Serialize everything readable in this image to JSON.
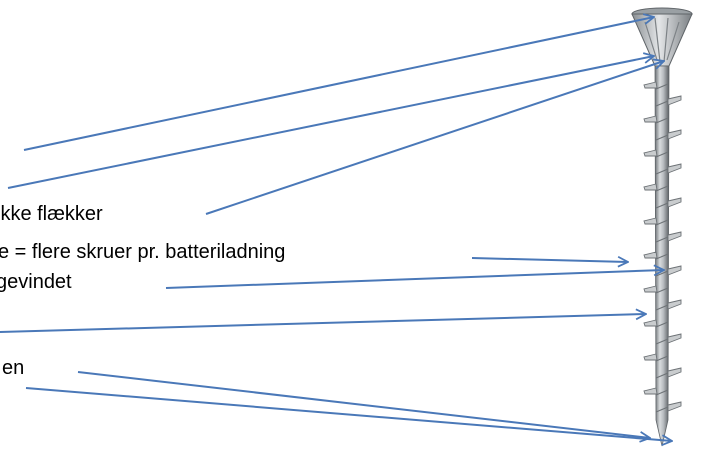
{
  "diagram": {
    "labels": [
      "ikke flækker",
      "e = flere skruer pr. batteriladning",
      "gevindet",
      "en"
    ],
    "arrow_color": "#4a78b8",
    "screw_color": "#b8bcc0",
    "screw_shade_color": "#6d7276"
  }
}
